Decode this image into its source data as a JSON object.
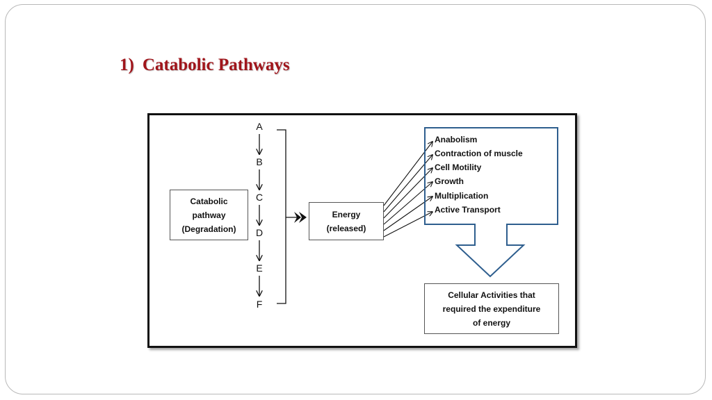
{
  "slide": {
    "title_number": "1)",
    "title_text": "Catabolic Pathways"
  },
  "diagram": {
    "pathway_box": [
      "Catabolic",
      "pathway",
      "(Degradation)"
    ],
    "sequence": [
      "A",
      "B",
      "C",
      "D",
      "E",
      "F"
    ],
    "energy_box": [
      "Energy",
      "(released)"
    ],
    "activities": [
      "Anabolism",
      "Contraction of muscle",
      "Cell Motility",
      "Growth",
      "Multiplication",
      "Active Transport"
    ],
    "result_box": [
      "Cellular Activities that",
      "required the expenditure",
      "of energy"
    ]
  },
  "colors": {
    "title": "#a0151b",
    "callout_border": "#2e5e8e"
  }
}
